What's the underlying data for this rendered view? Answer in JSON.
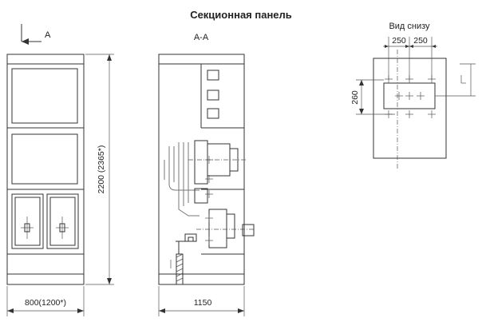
{
  "title": "Секционная панель",
  "front_view": {
    "section_label": "A",
    "height_dim": "2200 (2365*)",
    "width_dim": "800(1200*)"
  },
  "side_view": {
    "title": "A-A",
    "depth_dim": "1150"
  },
  "bottom_view": {
    "title": "Вид снизу",
    "dim_left": "250",
    "dim_right": "250",
    "dim_vertical": "260"
  }
}
